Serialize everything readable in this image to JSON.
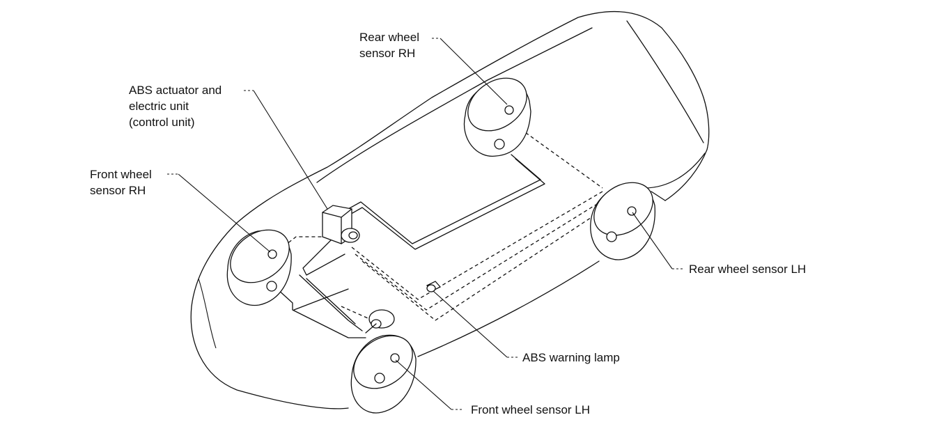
{
  "labels": {
    "rear_rh": [
      "Rear wheel",
      "sensor RH"
    ],
    "actuator": [
      "ABS actuator and",
      "electric unit",
      "(control unit)"
    ],
    "front_rh": [
      "Front wheel",
      "sensor RH"
    ],
    "rear_lh": "Rear wheel sensor LH",
    "warning_lamp": "ABS warning lamp",
    "front_lh": "Front wheel sensor LH"
  },
  "colors": {
    "line": "#111111",
    "background": "#ffffff"
  }
}
